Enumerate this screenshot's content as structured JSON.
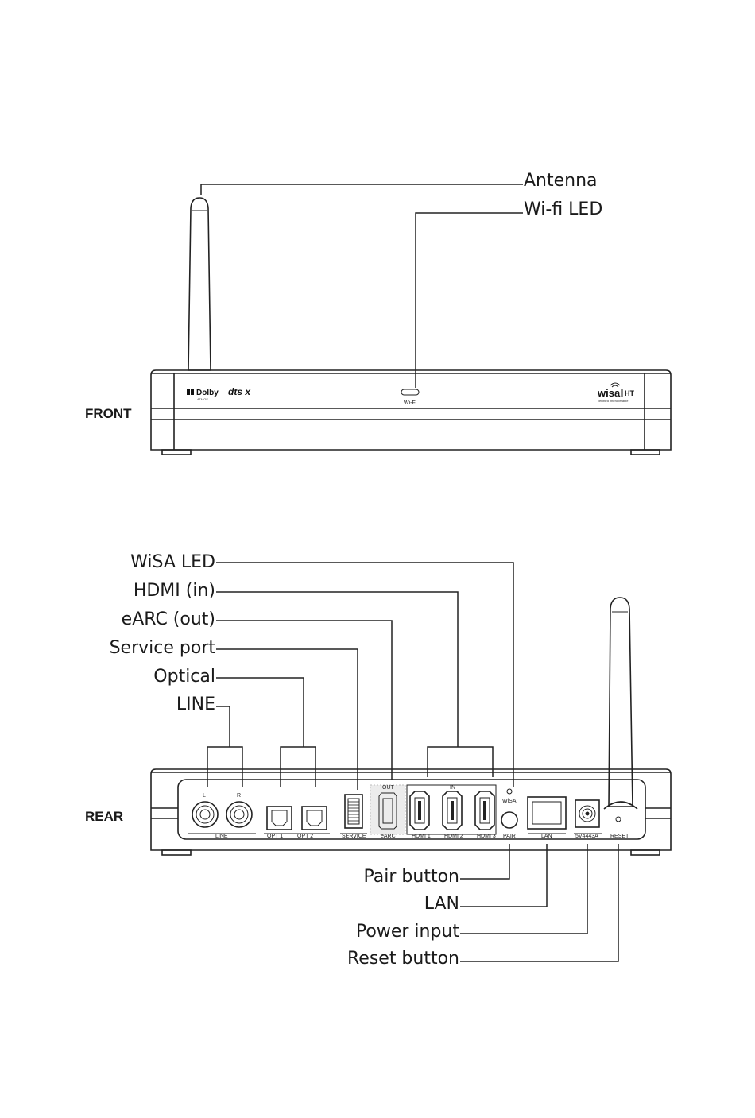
{
  "front": {
    "view_label": "FRONT",
    "callouts": {
      "antenna": "Antenna",
      "wifi_led": "Wi-fi LED"
    },
    "panel": {
      "dolby_logo": "Dolby",
      "dolby_sub": "ATMOS",
      "dts_logo": "dts x",
      "wifi_led_label": "Wi-Fi",
      "wisa_logo": "wisa",
      "wisa_ht": "HT",
      "wisa_sub": "certified interoperable"
    }
  },
  "rear": {
    "view_label": "REAR",
    "callouts": {
      "wisa_led": "WiSA LED",
      "hdmi_in": "HDMI (in)",
      "earc_out": "eARC (out)",
      "service_port": "Service port",
      "optical": "Optical",
      "line": "LINE",
      "pair_button": "Pair button",
      "lan": "LAN",
      "power_input": "Power input",
      "reset_button": "Reset button"
    },
    "panel": {
      "line_l": "L",
      "line_r": "R",
      "line_label": "LINE",
      "opt_label": "OPT 1",
      "opt2_label": "OPT 2",
      "service_label": "SERVICE",
      "earc_out_label": "OUT",
      "earc_label": "eARC",
      "in_label": "IN",
      "hdmi1": "HDMI 1",
      "hdmi2": "HDMI 2",
      "hdmi3": "HDMI 3",
      "wisa_led_label": "WiSA",
      "pair_label": "PAIR",
      "lan_label": "LAN",
      "power_label": "5V4443A",
      "reset_label": "RESET"
    }
  }
}
